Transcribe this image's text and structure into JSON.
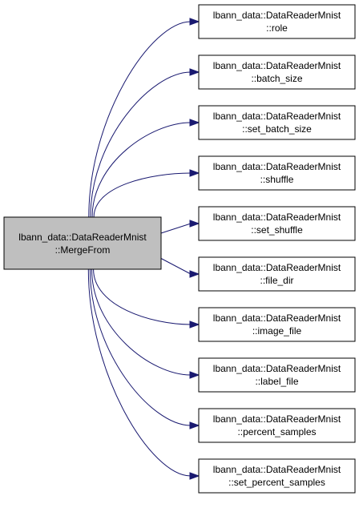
{
  "root": {
    "line1": "lbann_data::DataReaderMnist",
    "line2": "::MergeFrom"
  },
  "callees": [
    {
      "line1": "lbann_data::DataReaderMnist",
      "line2": "::role"
    },
    {
      "line1": "lbann_data::DataReaderMnist",
      "line2": "::batch_size"
    },
    {
      "line1": "lbann_data::DataReaderMnist",
      "line2": "::set_batch_size"
    },
    {
      "line1": "lbann_data::DataReaderMnist",
      "line2": "::shuffle"
    },
    {
      "line1": "lbann_data::DataReaderMnist",
      "line2": "::set_shuffle"
    },
    {
      "line1": "lbann_data::DataReaderMnist",
      "line2": "::file_dir"
    },
    {
      "line1": "lbann_data::DataReaderMnist",
      "line2": "::image_file"
    },
    {
      "line1": "lbann_data::DataReaderMnist",
      "line2": "::label_file"
    },
    {
      "line1": "lbann_data::DataReaderMnist",
      "line2": "::percent_samples"
    },
    {
      "line1": "lbann_data::DataReaderMnist",
      "line2": "::set_percent_samples"
    }
  ],
  "colors": {
    "edge": "#191970",
    "root_fill": "#bfbfbf",
    "node_fill": "#ffffff",
    "border": "#000000"
  }
}
